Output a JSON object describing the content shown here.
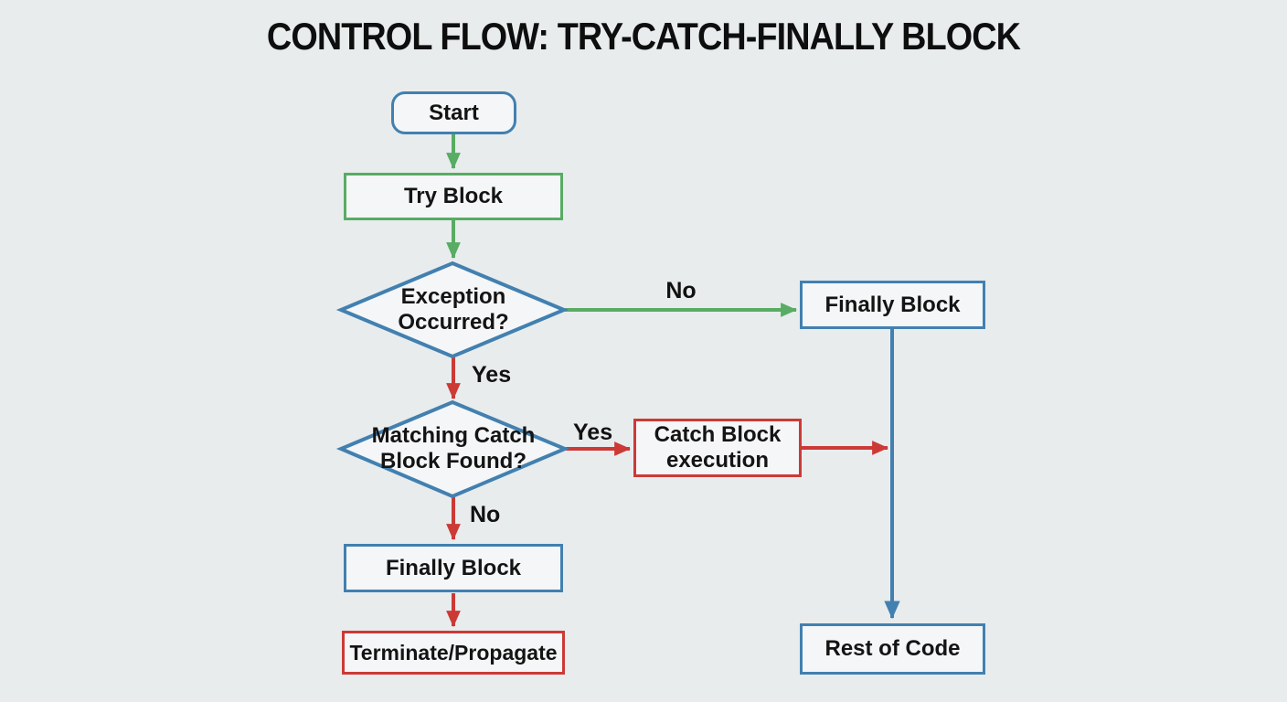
{
  "title": "CONTROL FLOW: TRY-CATCH-FINALLY BLOCK",
  "colors": {
    "blue": "#4280b0",
    "green": "#58ac63",
    "red": "#cc3a36",
    "background": "#e8eced",
    "node_fill": "#f4f6f7",
    "text": "#141414"
  },
  "nodes": {
    "start": {
      "label": "Start"
    },
    "try_block": {
      "label": "Try Block"
    },
    "exception_decision": {
      "label": "Exception\nOccurred?"
    },
    "finally_right": {
      "label": "Finally Block"
    },
    "catch_decision": {
      "label": "Matching Catch\nBlock Found?"
    },
    "catch_execution": {
      "label": "Catch Block\nexecution"
    },
    "finally_left": {
      "label": "Finally Block"
    },
    "terminate": {
      "label": "Terminate/Propagate"
    },
    "rest_of_code": {
      "label": "Rest of Code"
    }
  },
  "edges": {
    "exception_no": {
      "label": "No"
    },
    "exception_yes": {
      "label": "Yes"
    },
    "catch_yes": {
      "label": "Yes"
    },
    "catch_no": {
      "label": "No"
    }
  }
}
